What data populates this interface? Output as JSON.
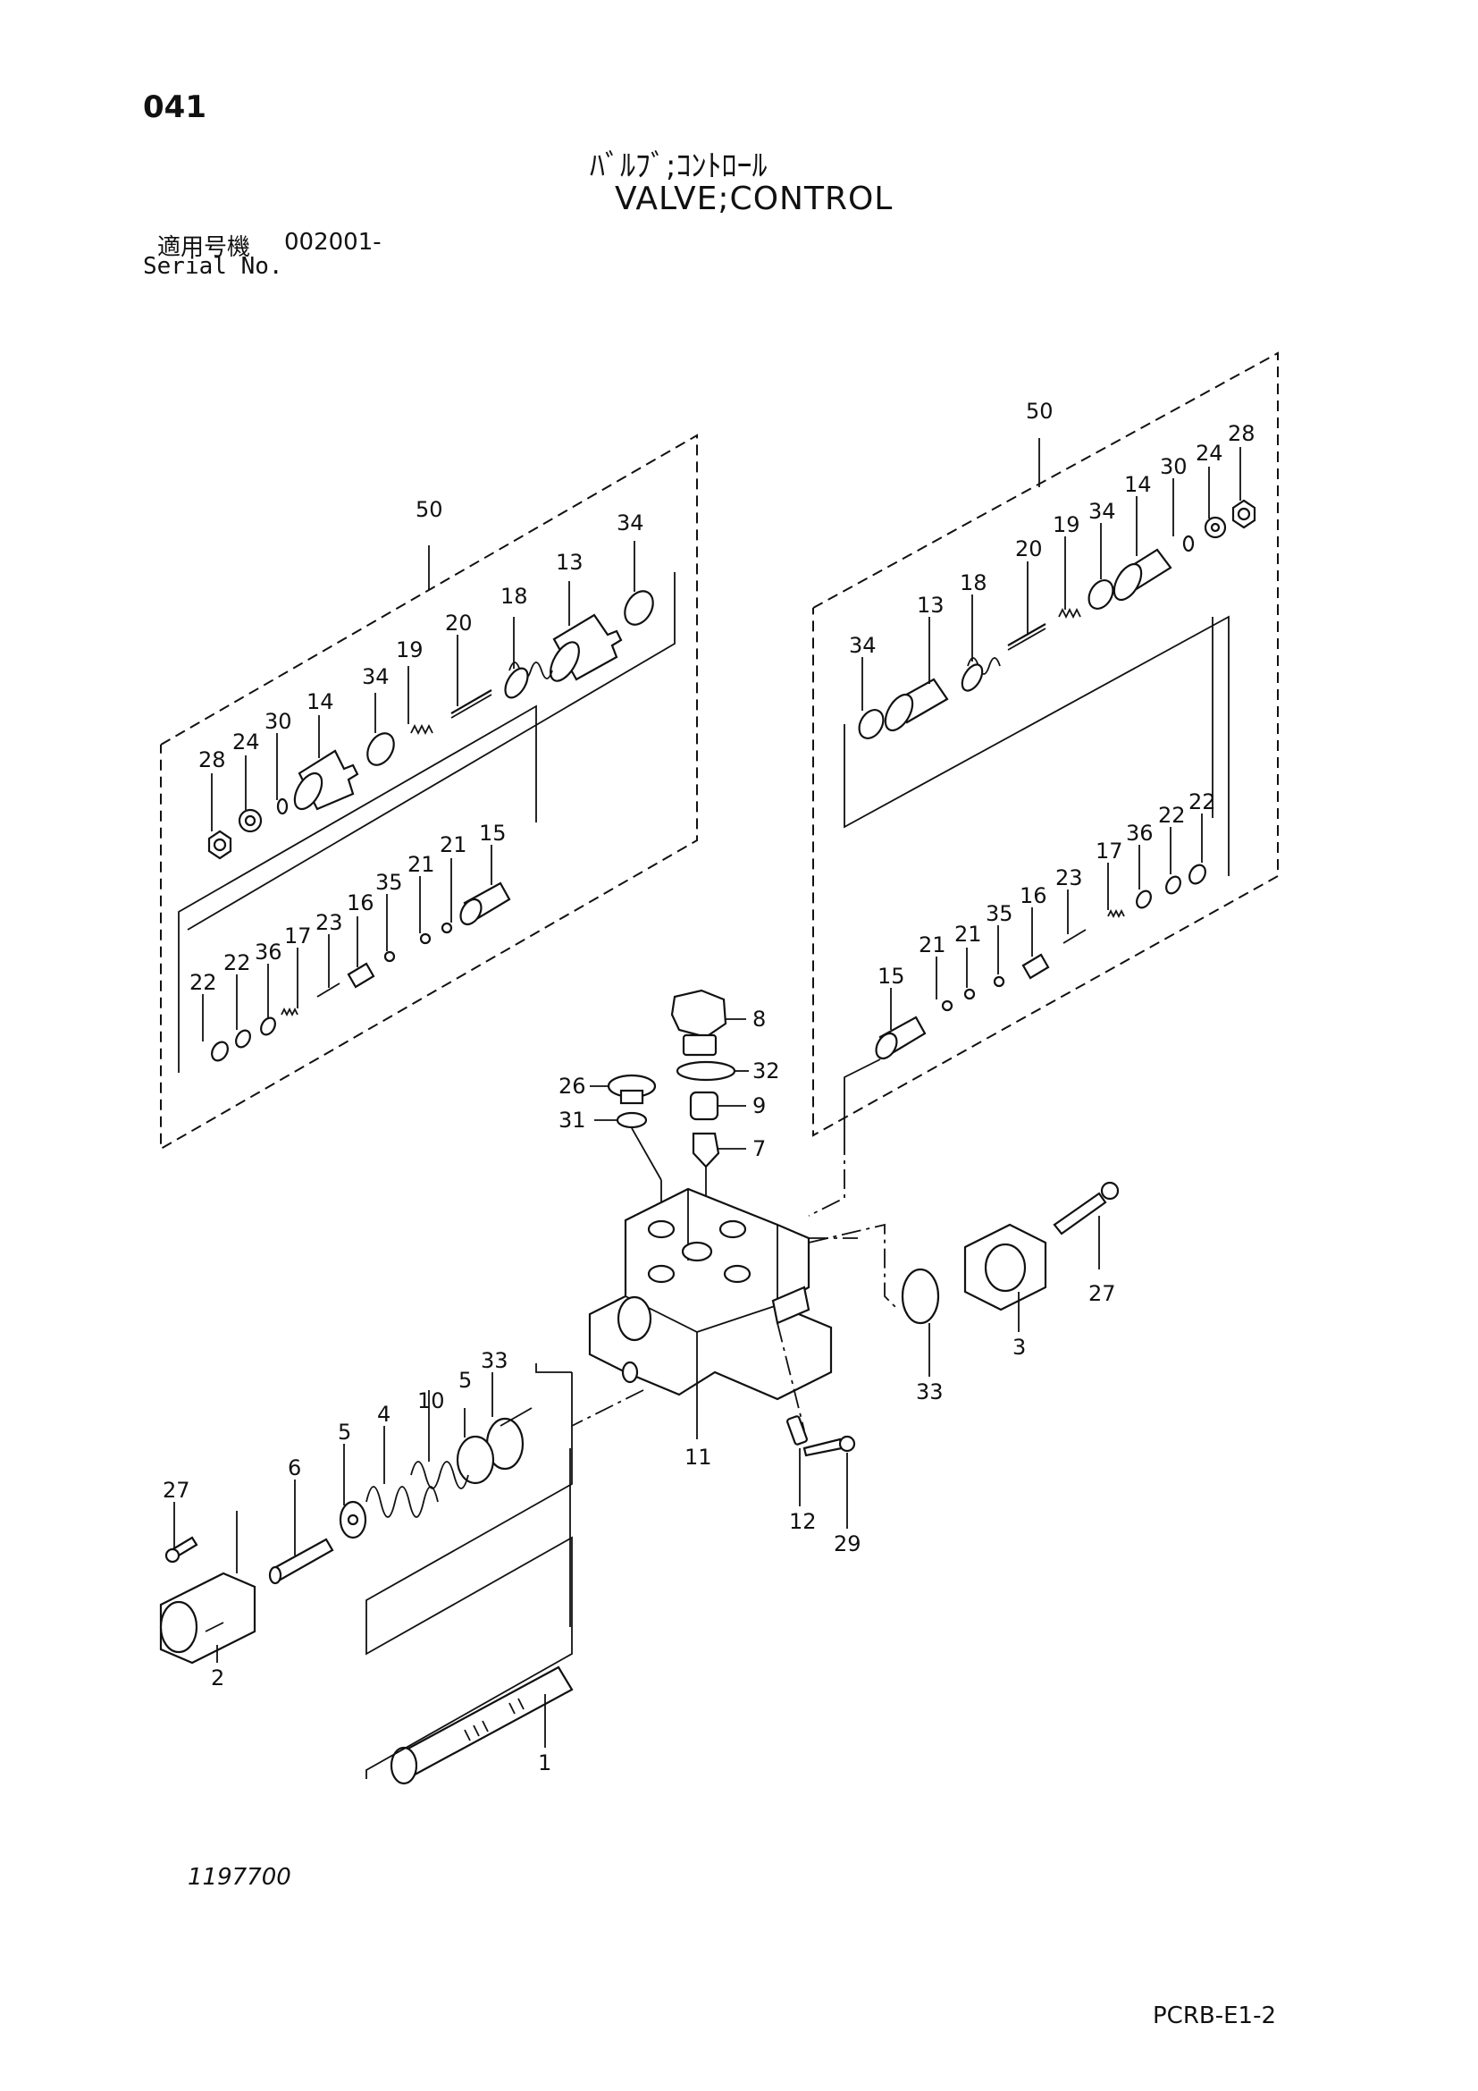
{
  "header": {
    "page_no": "041",
    "title_jp": "ﾊﾞﾙﾌﾞ;ｺﾝﾄﾛｰﾙ",
    "title_en": "VALVE;CONTROL",
    "serial_label_jp": "適用号機",
    "serial_value": "002001-",
    "serial_label_en": "Serial No."
  },
  "footer": {
    "drawing_no": "1197700",
    "page_code": "PCRB-E1-2"
  },
  "callouts": {
    "assy_left": "50",
    "assy_right": "50",
    "l34a": "34",
    "l13": "13",
    "l18": "18",
    "l20": "20",
    "l19": "19",
    "l34b": "34",
    "l14": "14",
    "l30": "30",
    "l24": "24",
    "l28": "28",
    "l15": "15",
    "l21a": "21",
    "l21b": "21",
    "l35": "35",
    "l16": "16",
    "l23": "23",
    "l17": "17",
    "l36": "36",
    "l22a": "22",
    "l22b": "22",
    "r30": "30",
    "r24": "24",
    "r28": "28",
    "r34a": "34",
    "r14": "14",
    "r19": "19",
    "r20": "20",
    "r18": "18",
    "r13": "13",
    "r34b": "34",
    "r17": "17",
    "r36": "36",
    "r22a": "22",
    "r22b": "22",
    "r23": "23",
    "r16": "16",
    "r35": "35",
    "r21a": "21",
    "r21b": "21",
    "r15": "15",
    "c8": "8",
    "c32": "32",
    "c26": "26",
    "c31": "31",
    "c9": "9",
    "c7": "7",
    "c27a": "27",
    "c3": "3",
    "c33a": "33",
    "c11": "11",
    "c12": "12",
    "c29": "29",
    "c33b": "33",
    "c5a": "5",
    "c10": "10",
    "c4": "4",
    "c5b": "5",
    "c6": "6",
    "c27b": "27",
    "c2": "2",
    "c1": "1"
  }
}
